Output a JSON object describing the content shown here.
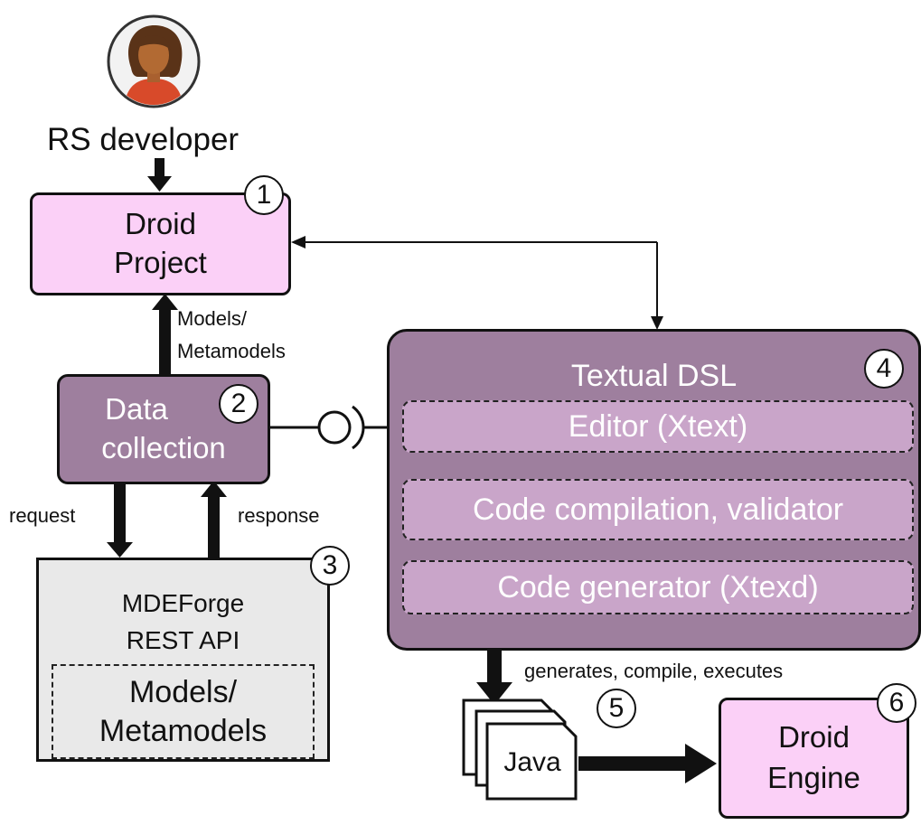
{
  "actor": {
    "label": "RS developer"
  },
  "droid_project": {
    "line1": "Droid",
    "line2": "Project",
    "number": "1"
  },
  "data_collection": {
    "line1": "Data",
    "line2": "collection",
    "number": "2"
  },
  "mdeforge": {
    "line1": "MDEForge",
    "line2": "REST API",
    "inner_line1": "Models/",
    "inner_line2": "Metamodels",
    "number": "3"
  },
  "textual_dsl": {
    "title": "Textual DSL",
    "number": "4",
    "items": [
      "Editor (Xtext)",
      "Code compilation, validator",
      "Code generator (Xtexd)"
    ]
  },
  "java": {
    "label": "Java",
    "number": "5"
  },
  "droid_engine": {
    "line1": "Droid",
    "line2": "Engine",
    "number": "6"
  },
  "edges": {
    "models_line1": "Models/",
    "models_line2": "Metamodels",
    "request": "request",
    "response": "response",
    "generates": "generates, compile, executes"
  },
  "colors": {
    "pink": "#fbd0f7",
    "purple": "#9e7f9e",
    "purple_light": "#c9a5c9",
    "grey": "#e9e9e9"
  }
}
